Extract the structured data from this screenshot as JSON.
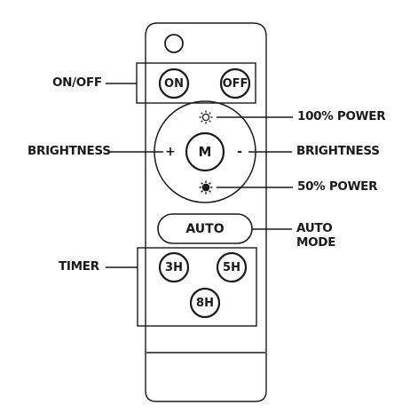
{
  "labels": {
    "on_off": "ON/OFF",
    "brightness_left": "BRIGHTNESS",
    "brightness_right": "BRIGHTNESS",
    "power_100": "100% POWER",
    "power_50": "50% POWER",
    "auto_mode_line1": "AUTO",
    "auto_mode_line2": "MODE",
    "timer": "TIMER"
  },
  "buttons": {
    "on": "ON",
    "off": "OFF",
    "mode": "M",
    "plus": "+",
    "minus": "-",
    "auto": "AUTO",
    "timer_3h": "3H",
    "timer_5h": "5H",
    "timer_8h": "8H"
  },
  "icons": {
    "top": "sun-outline-icon",
    "bottom": "sun-filled-icon"
  },
  "colors": {
    "stroke": "#1a1a1a",
    "background": "#ffffff"
  }
}
